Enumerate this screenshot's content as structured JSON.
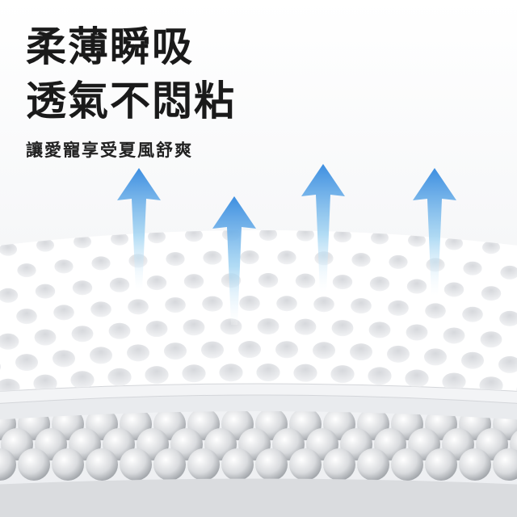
{
  "headline": {
    "line1": "柔薄瞬吸",
    "line2": "透氣不悶粘"
  },
  "subtitle": "讓愛寵享受夏風舒爽",
  "colors": {
    "arrow_top": "#3d8ee0",
    "arrow_bottom": "#ffffff",
    "sheet": "#ffffff",
    "hole": "#e4e6ea",
    "text": "#1a1a1a"
  },
  "arrows": [
    {
      "icon": "arrow-up-icon"
    },
    {
      "icon": "arrow-up-icon"
    },
    {
      "icon": "arrow-up-icon"
    },
    {
      "icon": "arrow-up-icon"
    }
  ]
}
